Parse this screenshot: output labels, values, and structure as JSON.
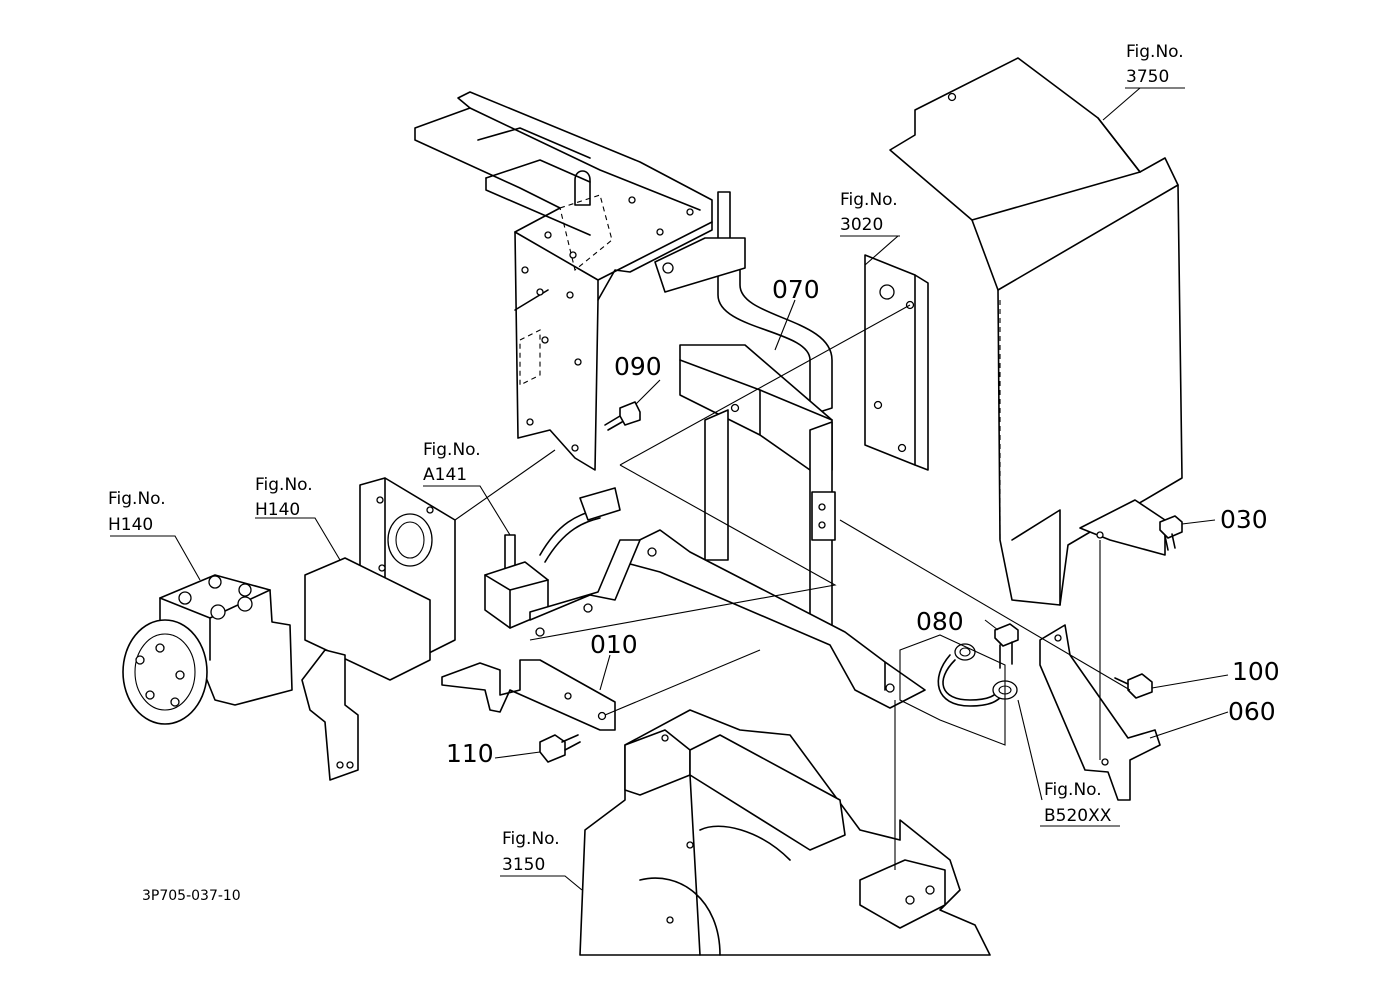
{
  "fig_refs": [
    {
      "id": "3750",
      "line1": "Fig.No.",
      "line2": "3750"
    },
    {
      "id": "3020",
      "line1": "Fig.No.",
      "line2": "3020"
    },
    {
      "id": "A141",
      "line1": "Fig.No.",
      "line2": "A141"
    },
    {
      "id": "H140a",
      "line1": "Fig.No.",
      "line2": "H140"
    },
    {
      "id": "H140b",
      "line1": "Fig.No.",
      "line2": "H140"
    },
    {
      "id": "B520XX",
      "line1": "Fig.No.",
      "line2": "B520XX"
    },
    {
      "id": "3150",
      "line1": "Fig.No.",
      "line2": "3150"
    }
  ],
  "part_numbers": {
    "p070": "070",
    "p090": "090",
    "p030": "030",
    "p080": "080",
    "p010": "010",
    "p100": "100",
    "p060": "060",
    "p110": "110"
  },
  "diagram_code": "3P705-037-10"
}
